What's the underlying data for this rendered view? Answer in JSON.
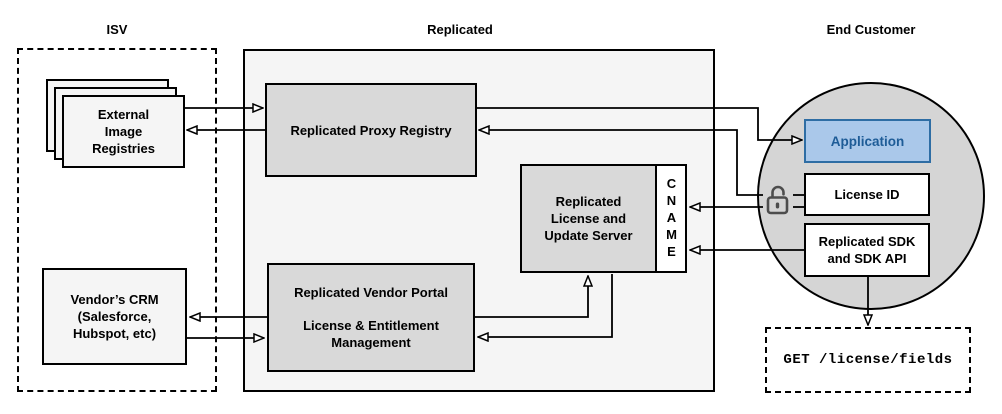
{
  "titles": {
    "isv": "ISV",
    "replicated": "Replicated",
    "end_customer": "End Customer"
  },
  "nodes": {
    "external_registries": {
      "label": "External\nImage\nRegistries"
    },
    "proxy_registry": {
      "label": "Replicated Proxy Registry"
    },
    "license_server": {
      "label": "Replicated\nLicense and\nUpdate Server"
    },
    "cname": {
      "label": "CNAME"
    },
    "vendor_portal": {
      "title": "Replicated Vendor Portal",
      "subtitle": "License & Entitlement\nManagement"
    },
    "vendor_crm": {
      "label": "Vendor’s CRM\n(Salesforce,\nHubspot, etc)"
    },
    "application": {
      "label": "Application"
    },
    "license_id": {
      "label": "License ID"
    },
    "replicated_sdk": {
      "label": "Replicated SDK\nand SDK API"
    },
    "api_request": {
      "label": "GET /license/fields"
    }
  },
  "icons": {
    "unlock_icon": "unlocked-padlock"
  },
  "colors": {
    "line_color": "#000000",
    "container_gray": "#f5f5f5",
    "node_gray": "#d9d9d9",
    "light_node": "#f5f5f5",
    "circle_gray": "#d5d5d5",
    "app_fill": "#aac8ea",
    "app_border": "#2e6da4",
    "app_text": "#1e5c97",
    "lock_color": "#4d4d4d"
  }
}
